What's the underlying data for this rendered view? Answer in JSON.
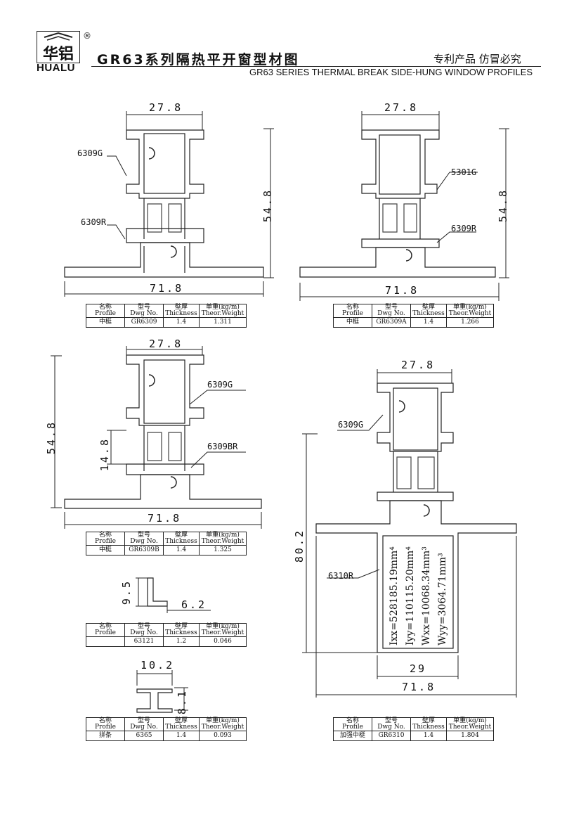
{
  "header": {
    "logo_cn": "华铝",
    "logo_en": "HUALU",
    "registered": "®",
    "title_cn": "GR63系列隔热平开窗型材图",
    "slogan": "专利产品 仿冒必究",
    "title_en": "GR63 SERIES THERMAL BREAK SIDE-HUNG WINDOW PROFILES"
  },
  "table_header": {
    "profile_cn": "名称",
    "profile_en": "Profile",
    "dwg_cn": "型号",
    "dwg_en": "Dwg No.",
    "thick_cn": "壁厚",
    "thick_en": "Thickness",
    "weight_cn": "单重(kg/m)",
    "weight_en": "Theor.Weight"
  },
  "drawings": [
    {
      "dims": {
        "top": "27.8",
        "height": "54.8",
        "bottom": "71.8"
      },
      "labels": {
        "a": "6309G",
        "b": "6309R"
      },
      "row": {
        "profile": "中梃",
        "dwg": "GR6309",
        "thickness": "1.4",
        "weight": "1.311"
      }
    },
    {
      "dims": {
        "top": "27.8",
        "height": "54.8",
        "bottom": "71.8"
      },
      "labels": {
        "a": "5301G",
        "b": "6309R"
      },
      "row": {
        "profile": "中梃",
        "dwg": "GR6309A",
        "thickness": "1.4",
        "weight": "1.266"
      }
    },
    {
      "dims": {
        "top": "27.8",
        "height": "54.8",
        "inner": "14.8",
        "bottom": "71.8"
      },
      "labels": {
        "a": "6309G",
        "b": "6309BR"
      },
      "row": {
        "profile": "中梃",
        "dwg": "GR6309B",
        "thickness": "1.4",
        "weight": "1.325"
      }
    },
    {
      "dims": {
        "h": "9.5",
        "w": "6.2"
      },
      "row": {
        "profile": "",
        "dwg": "63121",
        "thickness": "1.2",
        "weight": "0.046"
      }
    },
    {
      "dims": {
        "w": "10.2",
        "h": "8.1"
      },
      "row": {
        "profile": "拼条",
        "dwg": "6365",
        "thickness": "1.4",
        "weight": "0.093"
      }
    },
    {
      "dims": {
        "top": "27.8",
        "height": "80.2",
        "inner": "29",
        "bottom": "71.8"
      },
      "labels": {
        "a": "6309G",
        "b": "6310R"
      },
      "moments": {
        "ixx": "Ixx=528185.19mm⁴",
        "iyy": "Iyy=110115.20mm⁴",
        "wxx": "Wxx=10068.34mm³",
        "wyy": "Wyy=3064.71mm³"
      },
      "row": {
        "profile": "加强中梃",
        "dwg": "GR6310",
        "thickness": "1.4",
        "weight": "1.804"
      }
    }
  ]
}
